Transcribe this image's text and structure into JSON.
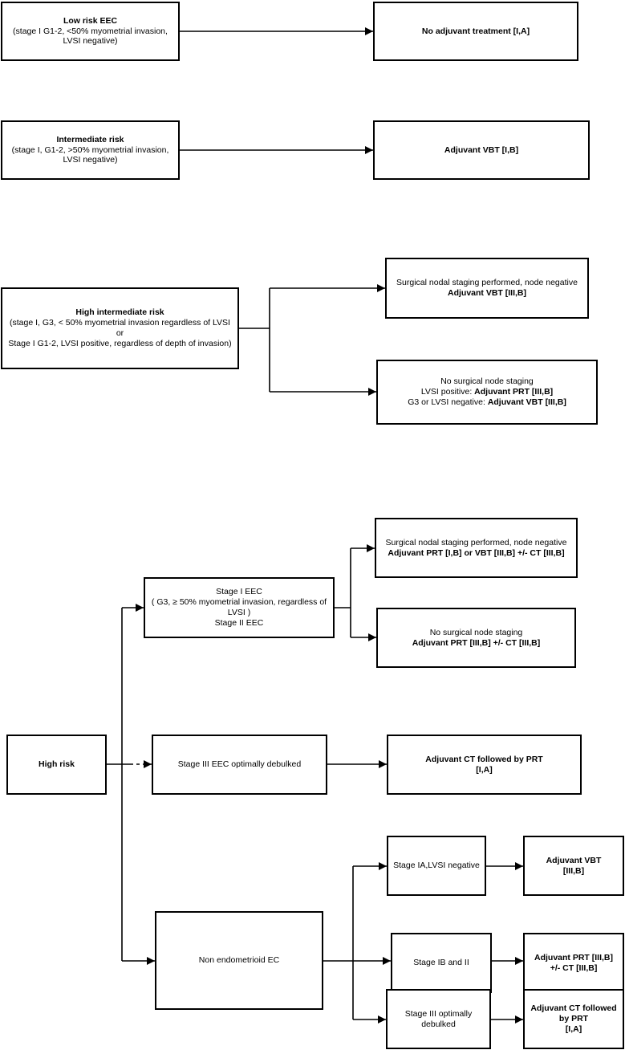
{
  "low_risk": {
    "title": "Low risk EEC",
    "detail_1": "(stage I G1-2, <50% myometrial invasion,",
    "detail_2": "LVSI negative)",
    "treatment": "No adjuvant treatment [I,A]"
  },
  "intermediate_risk": {
    "title": "Intermediate risk",
    "detail_1": "(stage I, G1-2, >50% myometrial invasion,",
    "detail_2": "LVSI negative)",
    "treatment": "Adjuvant VBT [I,B]"
  },
  "high_intermediate_risk": {
    "title": "High intermediate risk",
    "detail_1": "(stage I, G3, < 50% myometrial invasion regardless of LVSI or",
    "detail_2": "Stage I G1-2, LVSI positive, regardless of depth of invasion)",
    "staged": {
      "line_1": "Surgical nodal staging performed, node negative",
      "line_2": "Adjuvant VBT [III,B]"
    },
    "unstaged": {
      "line_1": "No surgical node staging",
      "line_2_prefix": "LVSI positive: ",
      "line_2_bold": "Adjuvant PRT  [III,B]",
      "line_3_prefix": "G3 or LVSI negative: ",
      "line_3_bold": "Adjuvant VBT [III,B]"
    }
  },
  "high_risk": {
    "title": "High risk",
    "stage_i_eec": {
      "line_1": "Stage I EEC",
      "line_2": "( G3, ≥ 50% myometrial invasion, regardless of",
      "line_3": "LVSI )",
      "line_4": "Stage II EEC",
      "staged": {
        "line_1": "Surgical nodal staging performed, node negative",
        "line_2": "Adjuvant PRT  [I,B] or VBT [III,B] +/- CT [III,B]"
      },
      "unstaged": {
        "line_1": "No surgical node staging",
        "line_2": "Adjuvant PRT  [III,B] +/- CT [III,B]"
      }
    },
    "stage_iii_eec": {
      "label": "Stage III EEC optimally debulked",
      "treatment_1": "Adjuvant CT followed by PRT",
      "treatment_2": "[I,A]"
    },
    "non_endometrioid": {
      "label": "Non endometrioid EC",
      "ia": {
        "label": "Stage IA,LVSI negative",
        "treatment_1": "Adjuvant VBT",
        "treatment_2": "[III,B]"
      },
      "ib": {
        "label": "Stage IB and II",
        "treatment_1": "Adjuvant PRT  [III,B]",
        "treatment_2": "+/- CT [III,B]"
      },
      "iii": {
        "label_1": "Stage III optimally",
        "label_2": "debulked",
        "treatment_1": "Adjuvant CT followed",
        "treatment_2": "by PRT",
        "treatment_3": "[I,A]"
      }
    }
  }
}
